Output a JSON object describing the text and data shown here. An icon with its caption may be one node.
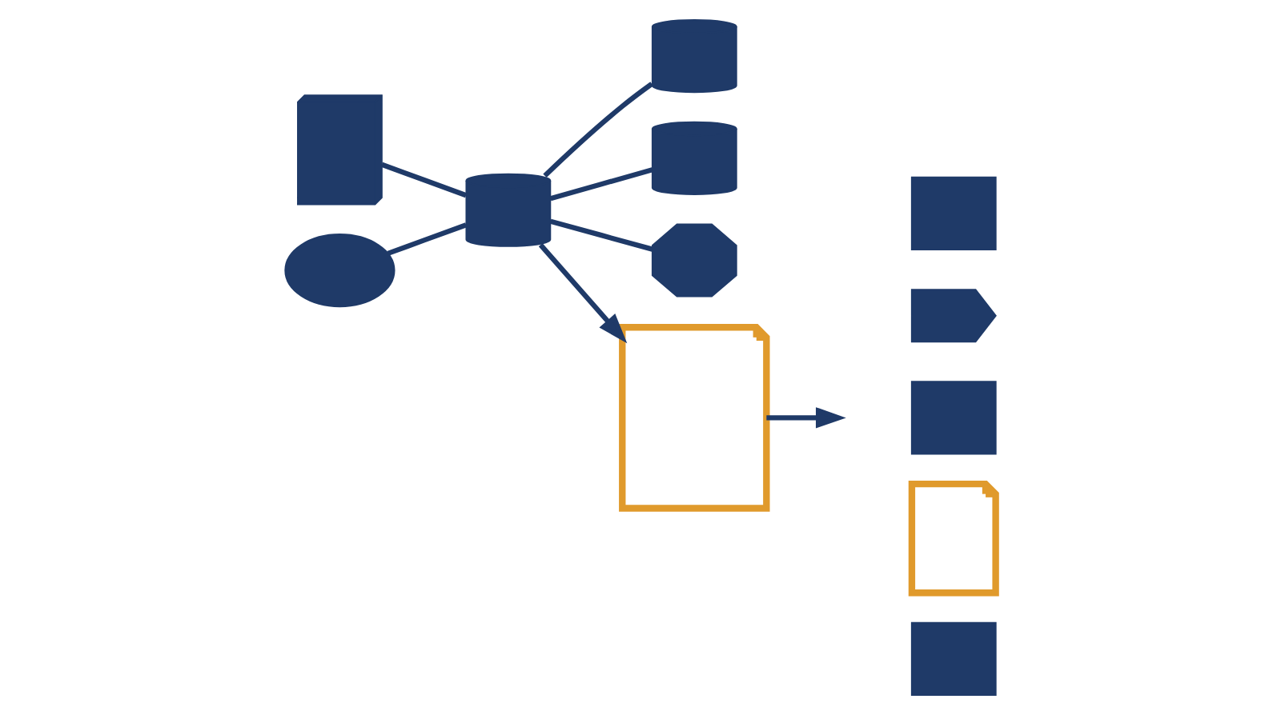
{
  "diagram": {
    "nodes": [
      {
        "text": [],
        "shape": "server"
      },
      {
        "text": [],
        "shape": "cloud"
      },
      {
        "text": [],
        "shape": "cylinder"
      },
      {
        "text": [],
        "shape": "cylinder"
      },
      {
        "text": [],
        "shape": "cylinder"
      },
      {
        "text": [],
        "shape": "gear"
      },
      {
        "text": [],
        "shape": "document"
      },
      {
        "text": [],
        "shape": "envelope"
      },
      {
        "text": [],
        "shape": "truck"
      },
      {
        "text": [],
        "shape": "scanner"
      },
      {
        "text": [],
        "shape": "document"
      },
      {
        "text": [],
        "shape": "envelope"
      }
    ],
    "edges": [
      {
        "from": 0,
        "to": 2,
        "arrow": "none"
      },
      {
        "from": 1,
        "to": 2,
        "arrow": "none"
      },
      {
        "from": 2,
        "to": 3,
        "arrow": "none"
      },
      {
        "from": 2,
        "to": 4,
        "arrow": "none"
      },
      {
        "from": 2,
        "to": 5,
        "arrow": "none"
      },
      {
        "from": 2,
        "to": 6,
        "arrow": "to"
      },
      {
        "from": 6,
        "to": null,
        "arrow": "to"
      }
    ]
  }
}
